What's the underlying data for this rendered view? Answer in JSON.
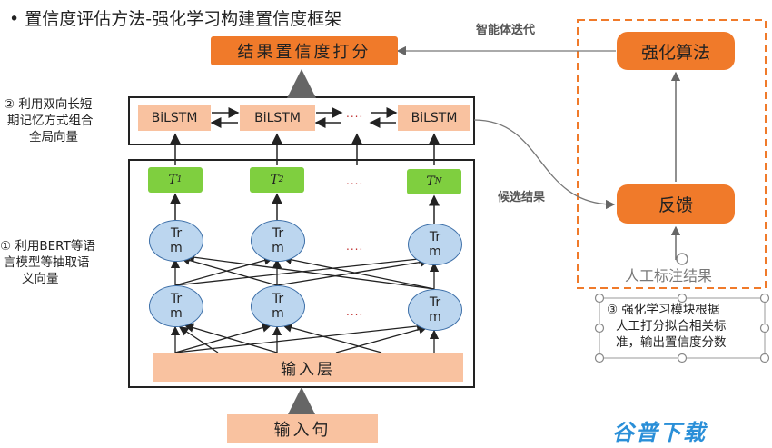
{
  "title": "•  置信度评估方法-强化学习构建置信度框架",
  "score_box": "结果置信度打分",
  "agent_iter": "智能体迭代",
  "rl_algo": "强化算法",
  "feedback": "反馈",
  "candidates": "候选结果",
  "human_label": "人工标注结果",
  "bilstm": [
    "BiLSTM",
    "BiLSTM",
    "BiLSTM"
  ],
  "ellipsis": "....",
  "t_labels": [
    "T",
    "T",
    "T"
  ],
  "t_subs": [
    "1",
    "2",
    "N"
  ],
  "trm_top": "Tr",
  "trm_bottom": "m",
  "input_layer": "输入层",
  "input_sentence": "输入句",
  "note2": [
    "② 利用双向长短",
    "期记忆方式组合",
    "全局向量"
  ],
  "note1": [
    "① 利用BERT等语",
    "言模型等抽取语",
    "义向量"
  ],
  "note3": [
    "③ 强化学习模块根据",
    "人工打分拟合相关标",
    "准，输出置信度分数"
  ],
  "watermark": "谷普下载",
  "colors": {
    "orange": "#f07a2a",
    "salmon": "#f9c2a0",
    "green": "#7fcf3f",
    "blue": "#bcd6ef",
    "dashed": "#f07a2a"
  }
}
